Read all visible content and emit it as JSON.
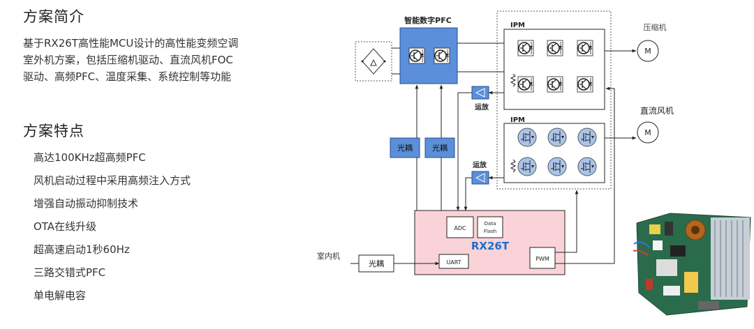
{
  "intro": {
    "title": "方案简介",
    "lines": [
      "基于RX26T高性能MCU设计的高性能变频空调",
      "室外机方案，包括压缩机驱动、直流风机FOC",
      "驱动、高频PFC、温度采集、系统控制等功能"
    ]
  },
  "features": {
    "title": "方案特点",
    "items": [
      "高达100KHz超高频PFC",
      "风机启动过程中采用高频注入方式",
      "增强自动振动抑制技术",
      "OTA在线升级",
      "超高速启动1秒60Hz",
      "三路交错式PFC",
      "单电解电容"
    ]
  },
  "diagram": {
    "pfc_title": "智能数字PFC",
    "ipm_label": "IPM",
    "ipm2_label": "IPM",
    "compressor_label": "压缩机",
    "fan_label": "直流风机",
    "motor_letter": "M",
    "opamp_label_1": "运放",
    "opamp_label_2": "运放",
    "optocoupler_label": "光耦",
    "indoor_label": "室内机",
    "mcu_name": "RX26T",
    "adc_label": "ADC",
    "data_flash_line1": "Data",
    "data_flash_line2": "Flash",
    "uart_label": "UART",
    "pwm_label": "PWM"
  },
  "colors": {
    "blue_fill": "#5b8fd9",
    "mcu_fill": "#f9d3d8",
    "mcu_text": "#1a6fd0"
  }
}
